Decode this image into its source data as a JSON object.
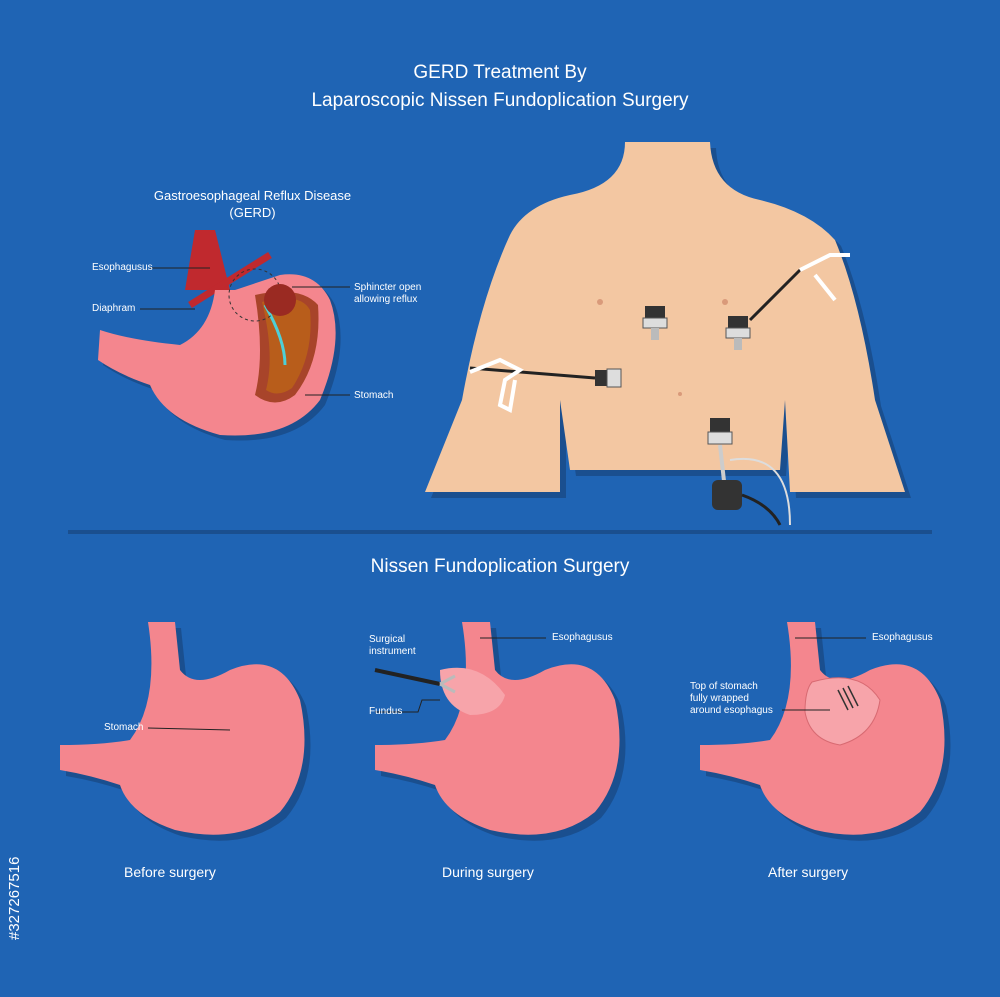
{
  "title": {
    "line1": "GERD Treatment By",
    "line2": "Laparoscopic Nissen Fundoplication Surgery"
  },
  "gerd_panel": {
    "heading_line1": "Gastroesophageal Reflux Disease",
    "heading_line2": "(GERD)",
    "labels": {
      "esophagus": "Esophagusus",
      "diaphragm": "Diaphram",
      "sphincter_line1": "Sphincter open",
      "sphincter_line2": "allowing reflux",
      "stomach": "Stomach"
    }
  },
  "section_title": "Nissen Fundoplication Surgery",
  "stages": {
    "before": {
      "caption": "Before surgery",
      "label": "Stomach"
    },
    "during": {
      "caption": "During surgery",
      "instrument_line1": "Surgical",
      "instrument_line2": "instrument",
      "esophagus": "Esophagusus",
      "fundus": "Fundus"
    },
    "after": {
      "caption": "After surgery",
      "esophagus": "Esophagusus",
      "wrap_line1": "Top of stomach",
      "wrap_line2": "fully wrapped",
      "wrap_line3": "around esophagus"
    }
  },
  "stock_id": "#327267516",
  "colors": {
    "background": "#1f64b4",
    "skin": "#f3c7a2",
    "stomach": "#f4868e",
    "stomach_light": "#f7a4aa",
    "divider": "#1a4f8f"
  }
}
